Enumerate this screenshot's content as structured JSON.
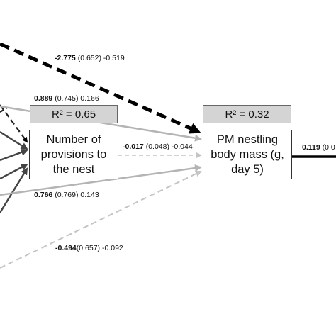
{
  "nodes": {
    "provisions": {
      "label_lines": [
        "Number of",
        "provisions to",
        "the nest"
      ],
      "r2": "R² = 0.65"
    },
    "body_mass": {
      "label_lines": [
        "PM nestling",
        "body mass (g,",
        "day 5)"
      ],
      "r2": "R² = 0.32"
    }
  },
  "paths": {
    "top_to_mass": {
      "est": "-2.775",
      "se": "(0.652)",
      "std": "-0.519"
    },
    "to_provisions_top": {
      "est": "0.889",
      "se": "(0.745)",
      "std": "0.166"
    },
    "provisions_to_mass": {
      "est": "-0.017",
      "se": "(0.048)",
      "std": "-0.044"
    },
    "to_mass_middle": {
      "est": "0.766",
      "se": "(0.769)",
      "std": "0.143"
    },
    "to_mass_bottom": {
      "est": "-0.494",
      "se": "(0.657)",
      "std": "-0.092"
    },
    "mass_out": {
      "est": "0.119",
      "se": "(0.0"
    }
  }
}
